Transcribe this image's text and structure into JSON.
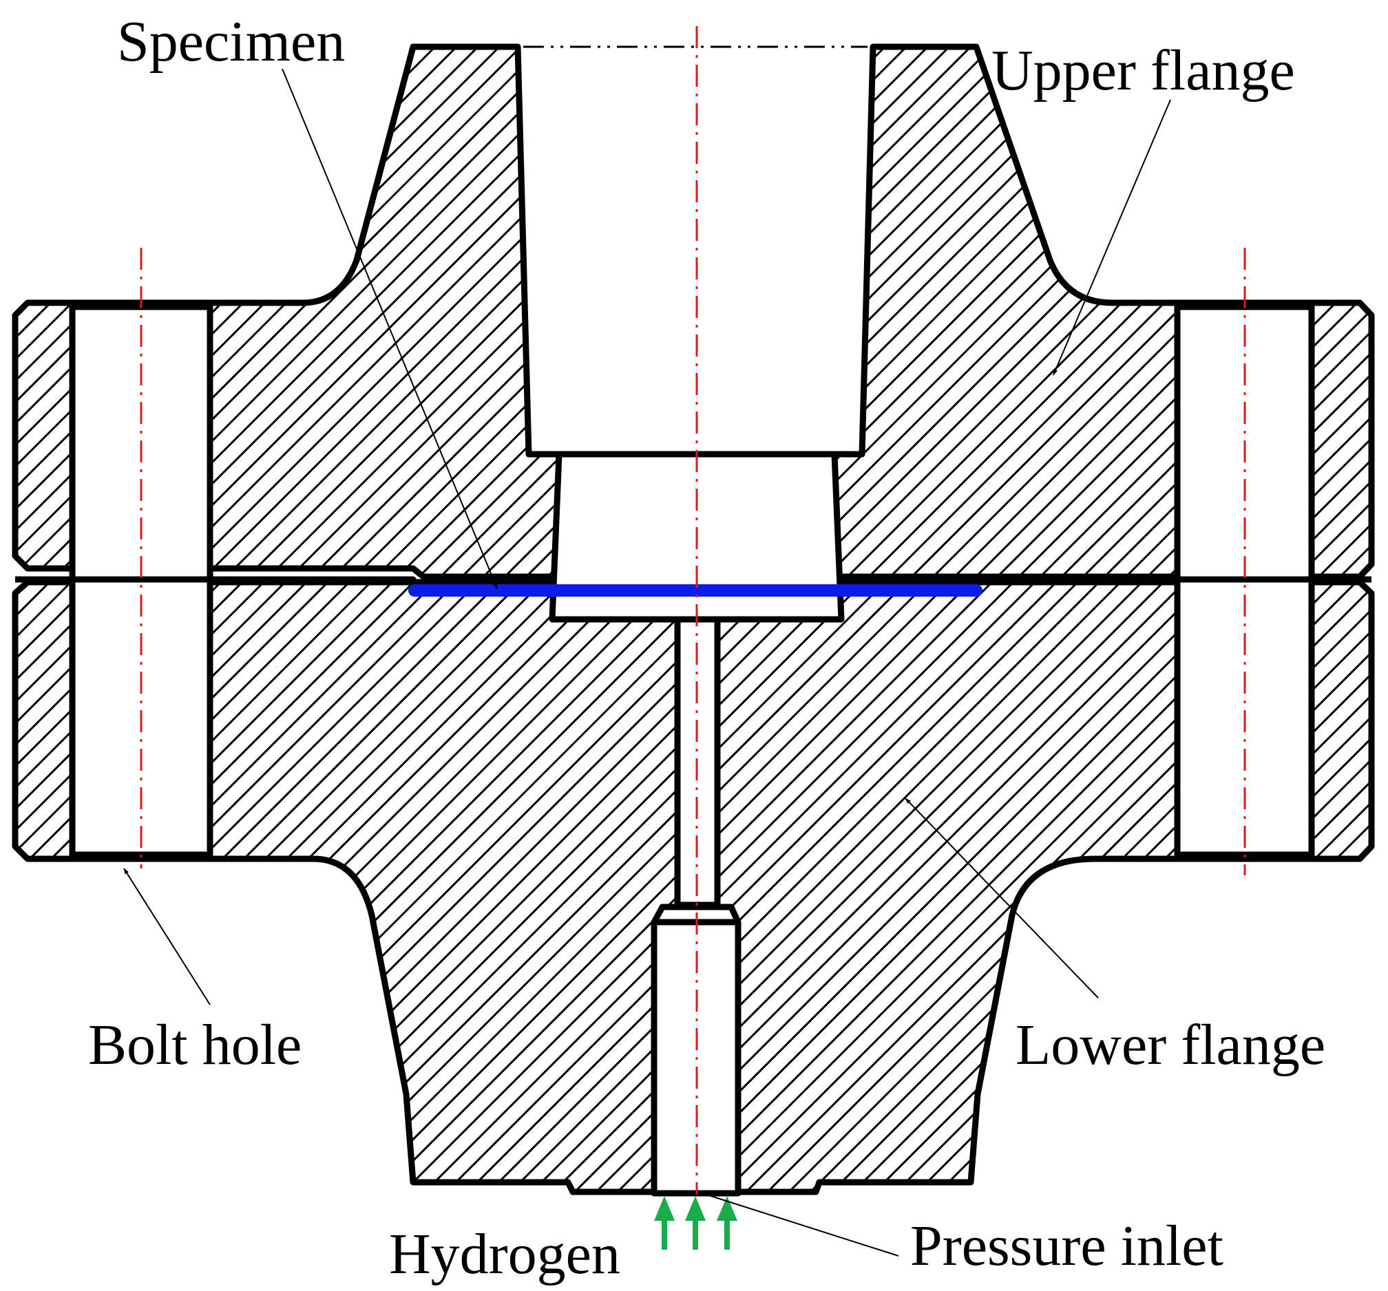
{
  "labels": {
    "specimen": "Specimen",
    "upper_flange": "Upper flange",
    "bolt_hole": "Bolt hole",
    "lower_flange": "Lower flange",
    "hydrogen": "Hydrogen",
    "pressure_inlet": "Pressure inlet"
  },
  "colors": {
    "outline": "#000000",
    "hatch": "#000000",
    "centerline": "#e01818",
    "specimen": "#0a1ee6",
    "hydrogen_arrows": "#1aab4a",
    "background": "#ffffff"
  }
}
